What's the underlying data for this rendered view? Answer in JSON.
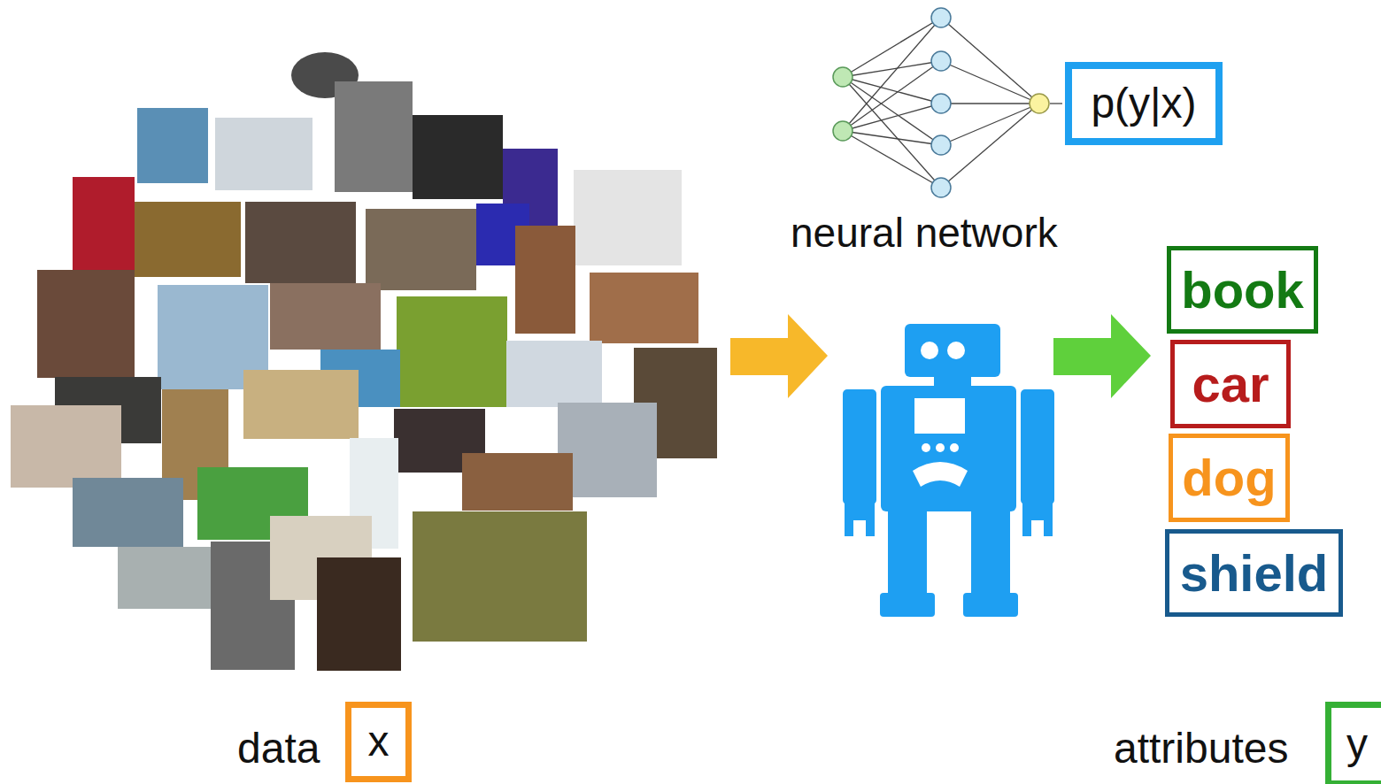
{
  "diagram": {
    "nodes": [
      {
        "text": [
          "p(y|x)"
        ]
      },
      {
        "text": [
          "book"
        ]
      },
      {
        "text": [
          "car"
        ]
      },
      {
        "text": [
          "dog"
        ]
      },
      {
        "text": [
          "shield"
        ]
      },
      {
        "text": [
          "x"
        ]
      },
      {
        "text": [
          "y"
        ]
      }
    ],
    "labels": [
      "neural network",
      "data",
      "attributes"
    ]
  }
}
